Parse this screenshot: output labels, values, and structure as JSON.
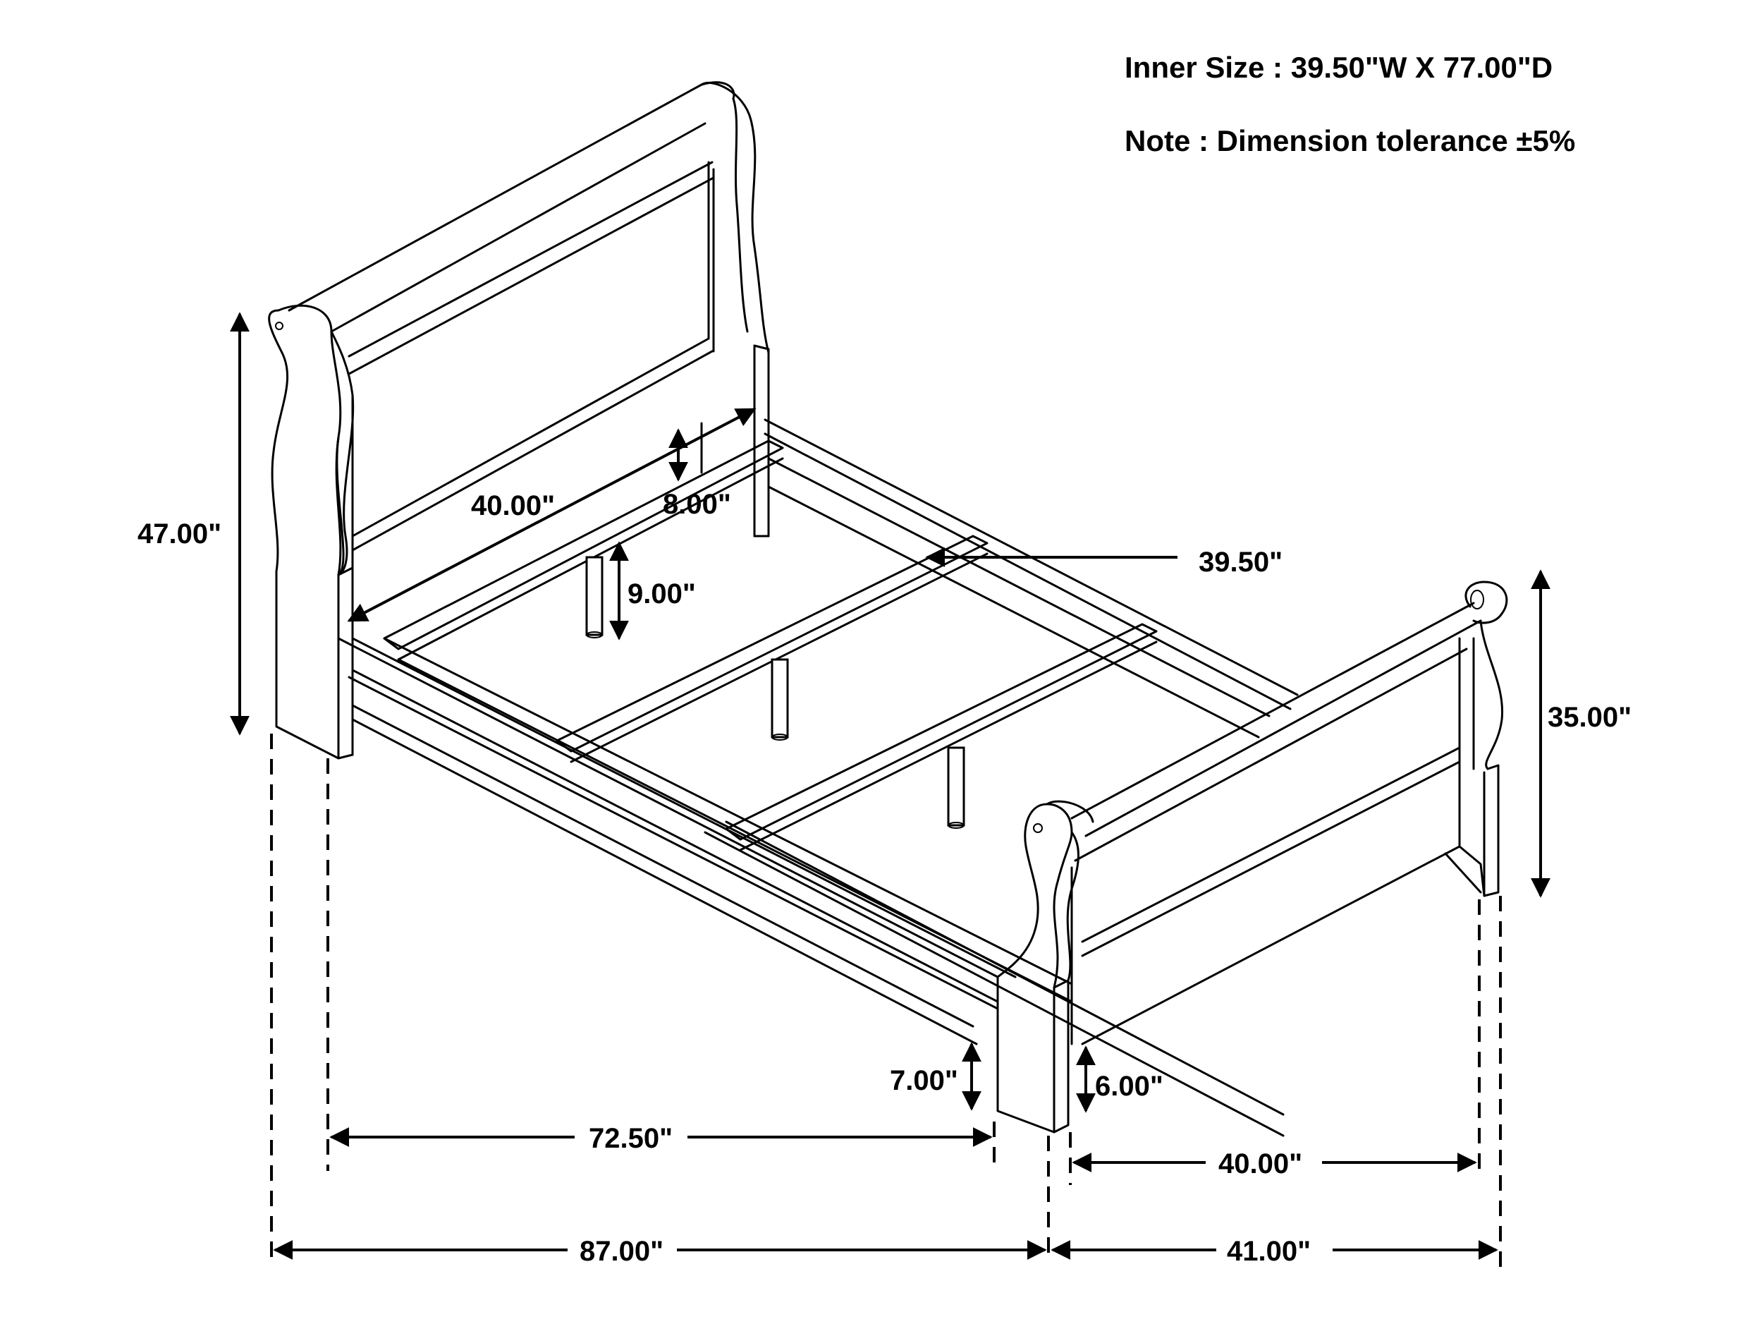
{
  "notes": {
    "inner_size": "Inner Size : 39.50\"W X 77.00\"D",
    "tolerance": "Note : Dimension tolerance ±5%"
  },
  "dimensions": {
    "headboard_height": "47.00\"",
    "headboard_width": "40.00\"",
    "rail_height": "8.00\"",
    "slat_width": "39.50\"",
    "center_leg_height": "9.00\"",
    "footboard_height": "35.00\"",
    "side_rail_clearance": "7.00\"",
    "foot_rail_clearance": "6.00\"",
    "inner_length": "72.50\"",
    "inner_width": "40.00\"",
    "overall_length": "87.00\"",
    "overall_width": "41.00\""
  }
}
